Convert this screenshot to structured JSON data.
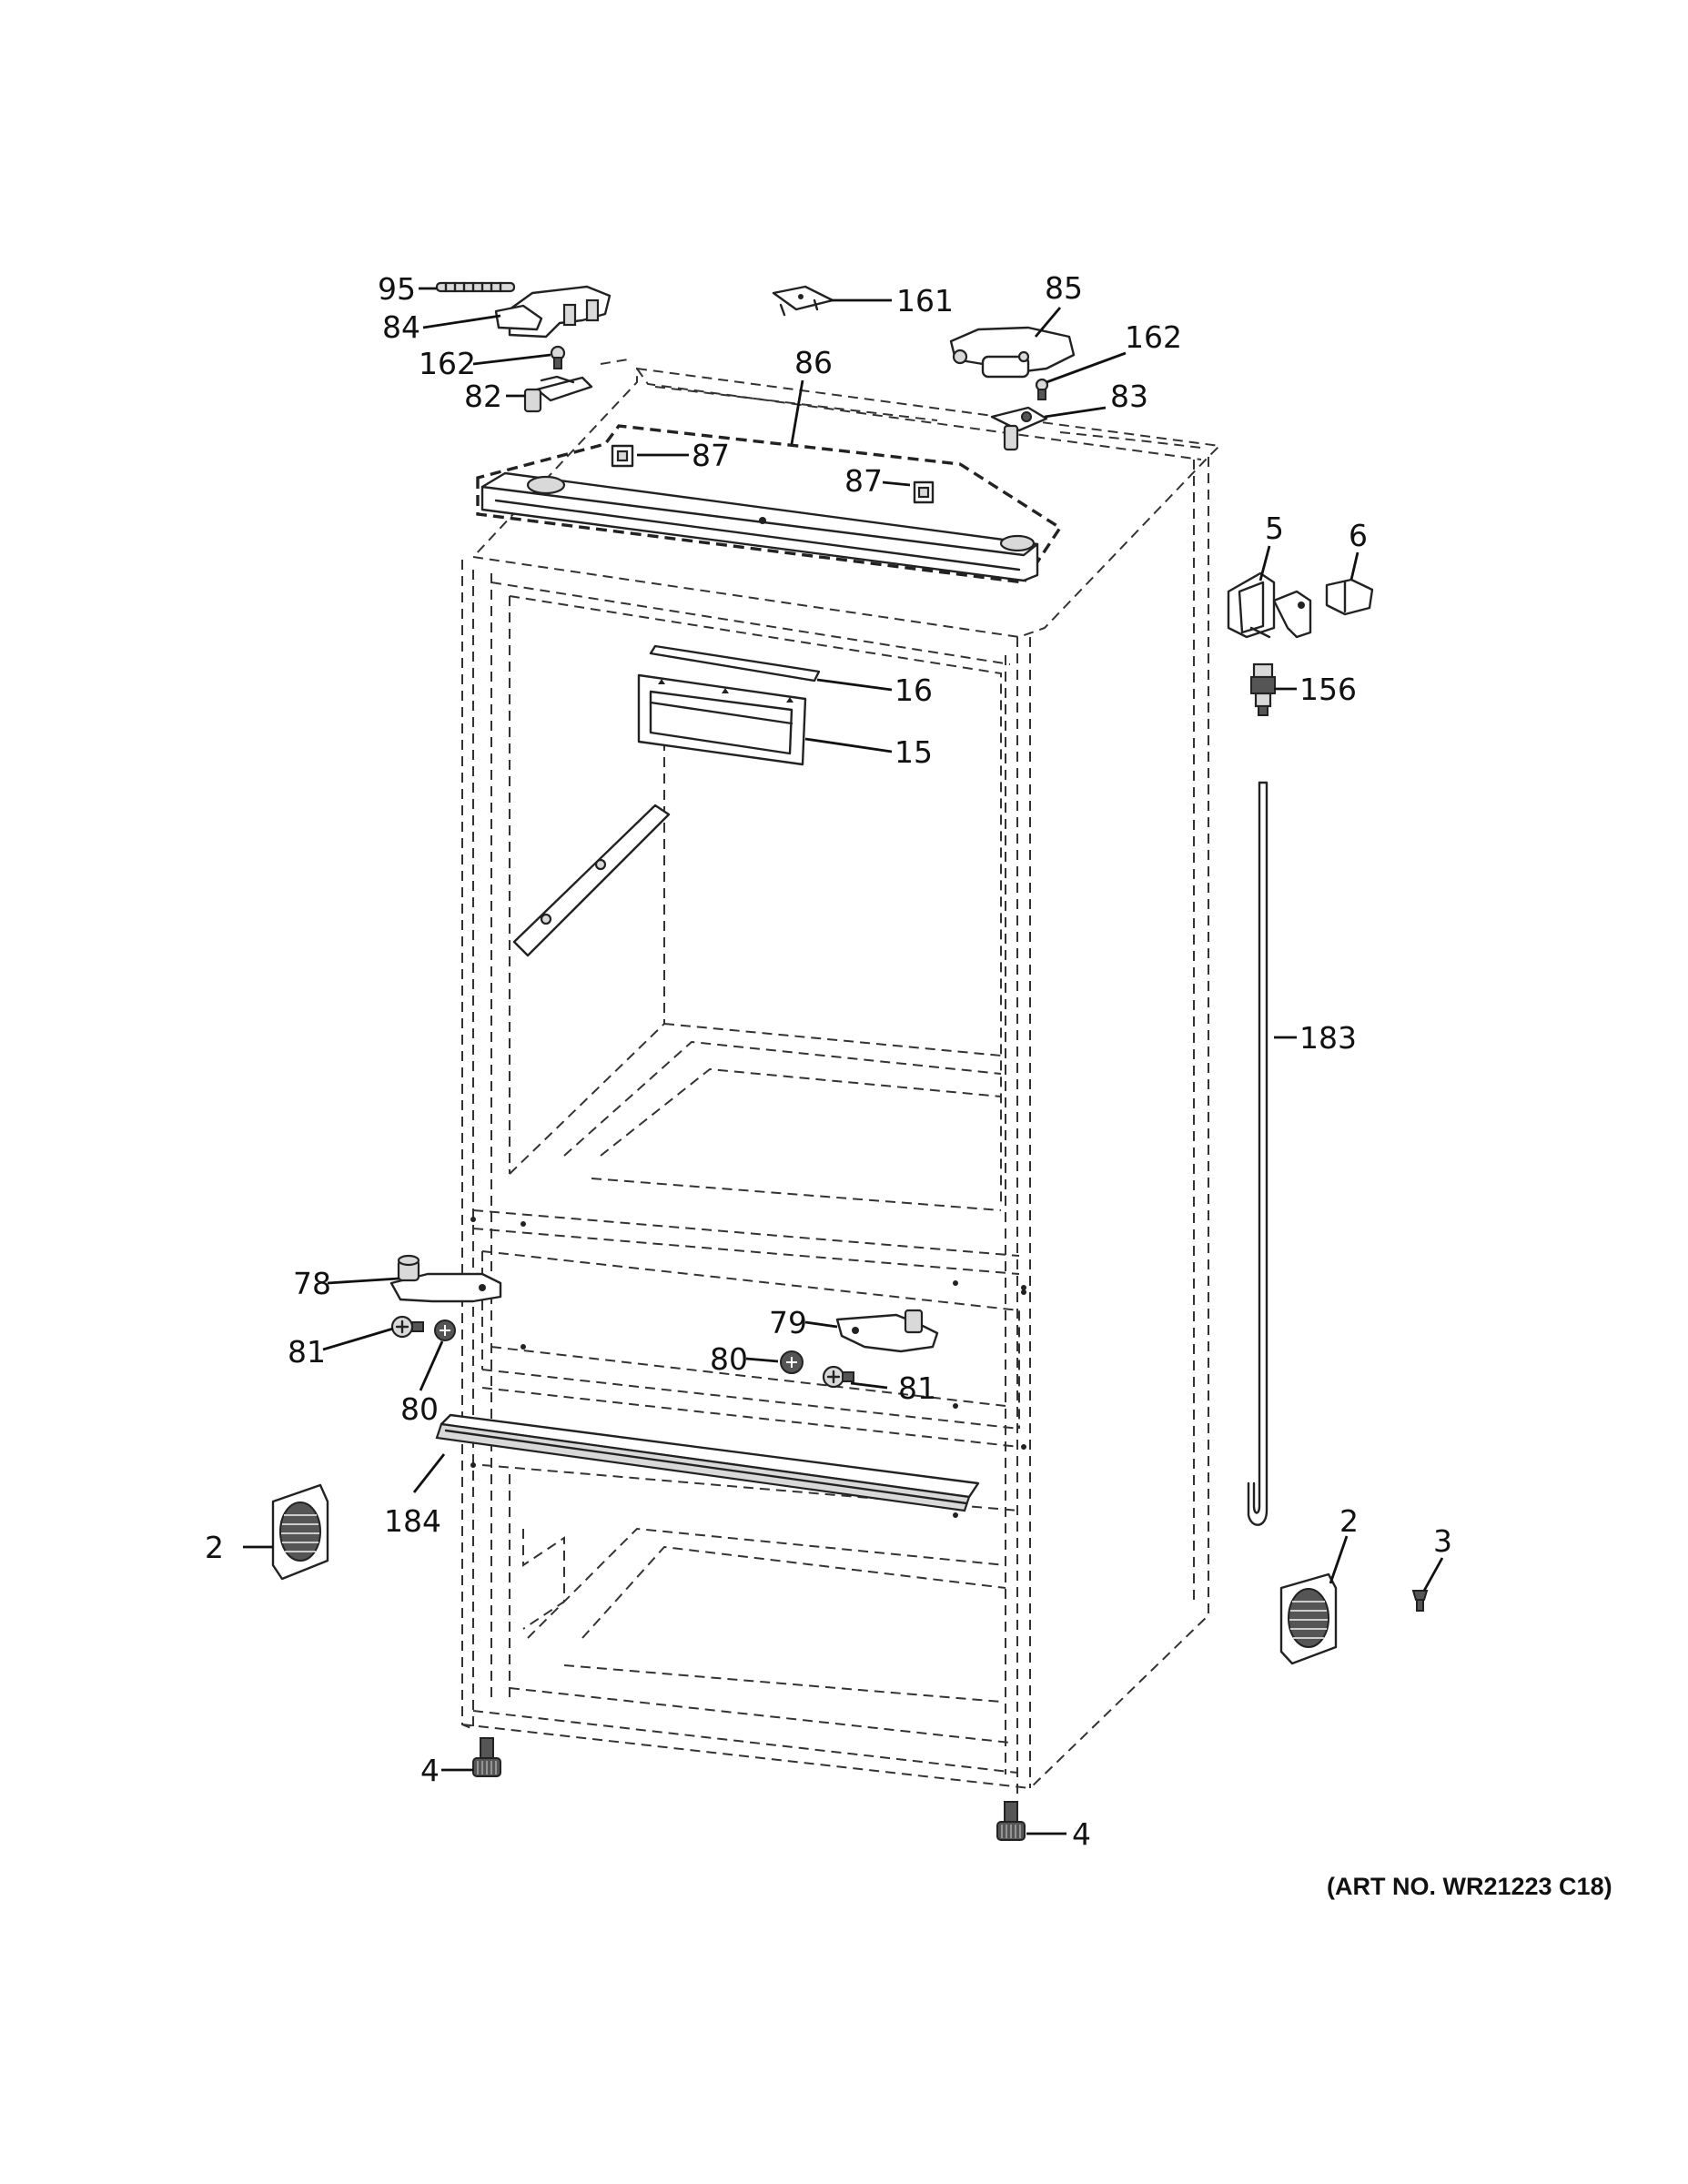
{
  "callouts": {
    "c95": "95",
    "c84": "84",
    "c162a": "162",
    "c82": "82",
    "c161": "161",
    "c85": "85",
    "c162b": "162",
    "c83": "83",
    "c86": "86",
    "c87a": "87",
    "c87b": "87",
    "c5": "5",
    "c6": "6",
    "c156": "156",
    "c16": "16",
    "c15": "15",
    "c183": "183",
    "c78": "78",
    "c81a": "81",
    "c80a": "80",
    "c79": "79",
    "c80b": "80",
    "c81b": "81",
    "c184": "184",
    "c2a": "2",
    "c2b": "2",
    "c3": "3",
    "c4a": "4",
    "c4b": "4"
  },
  "art_number": "(ART NO. WR21223 C18)",
  "colors": {
    "line": "#222222",
    "background": "#ffffff"
  }
}
